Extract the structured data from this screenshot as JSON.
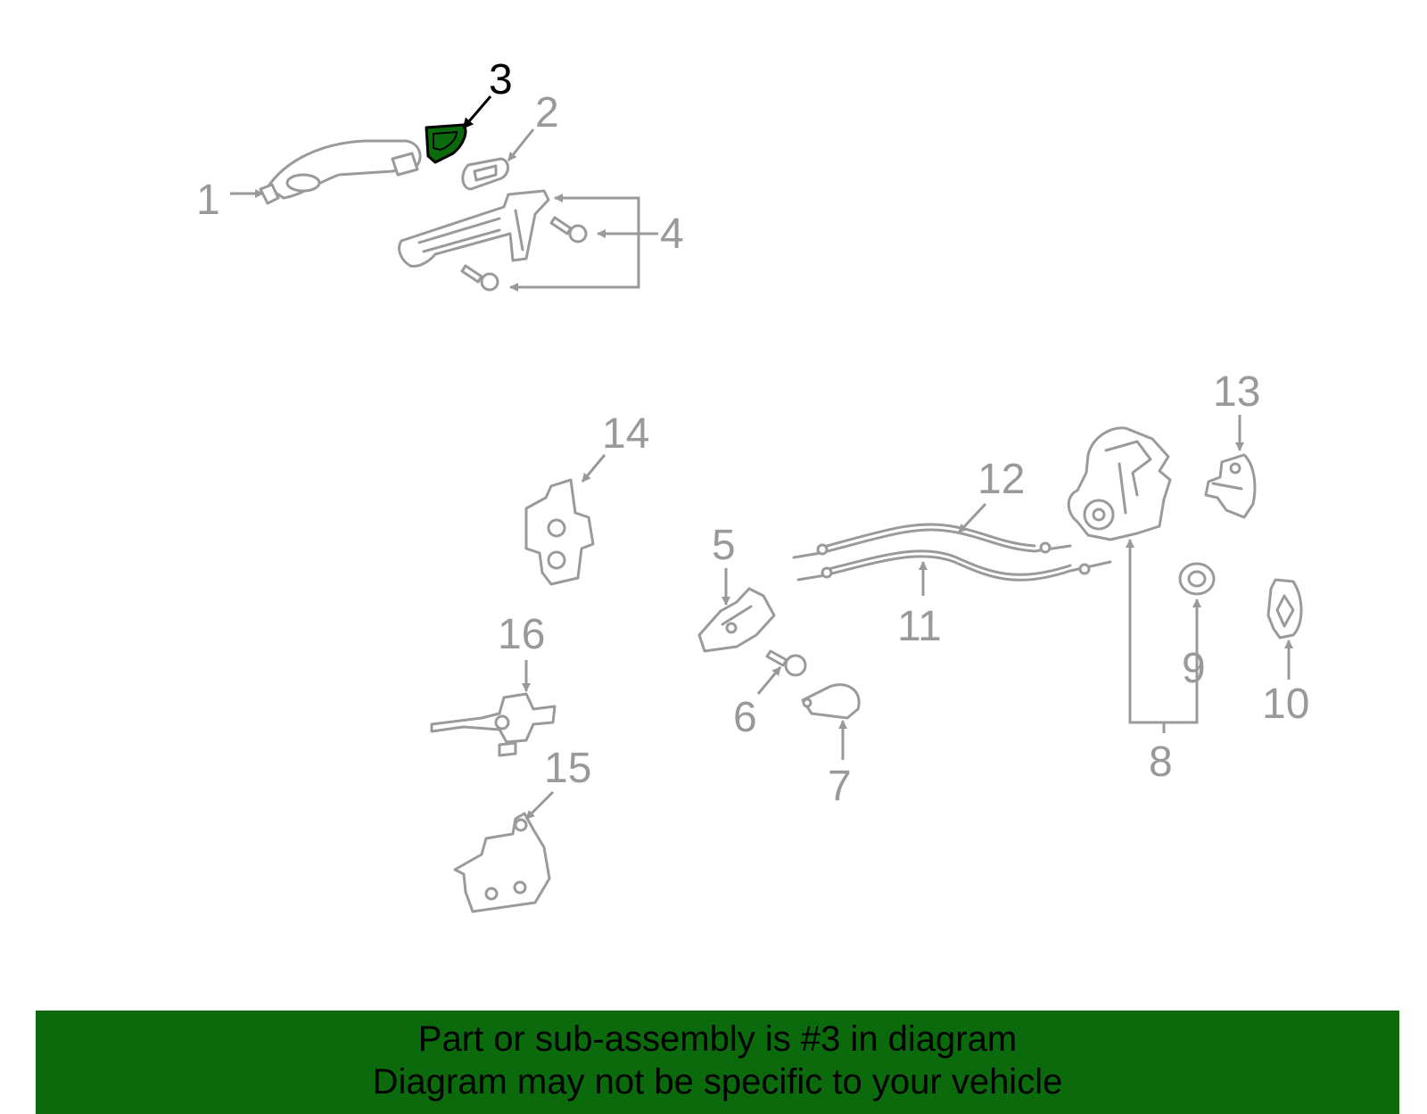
{
  "colors": {
    "highlight_fill": "#0b6a0b",
    "highlight_outline": "#000000",
    "part_outline": "#9a9a9a",
    "callout_text": "#999999",
    "banner_background": "#0b6a0b"
  },
  "diagram": {
    "highlighted_part": "3",
    "callouts": [
      {
        "id": "c1",
        "text": "1"
      },
      {
        "id": "c2",
        "text": "2"
      },
      {
        "id": "c3",
        "text": "3"
      },
      {
        "id": "c4",
        "text": "4"
      },
      {
        "id": "c5",
        "text": "5"
      },
      {
        "id": "c6",
        "text": "6"
      },
      {
        "id": "c7",
        "text": "7"
      },
      {
        "id": "c8",
        "text": "8"
      },
      {
        "id": "c9",
        "text": "9"
      },
      {
        "id": "c10",
        "text": "10"
      },
      {
        "id": "c11",
        "text": "11"
      },
      {
        "id": "c12",
        "text": "12"
      },
      {
        "id": "c13",
        "text": "13"
      },
      {
        "id": "c14",
        "text": "14"
      },
      {
        "id": "c15",
        "text": "15"
      },
      {
        "id": "c16",
        "text": "16"
      }
    ]
  },
  "banner": {
    "line1": "Part or sub-assembly is #3 in diagram",
    "line2": "Diagram may not be specific to your vehicle"
  }
}
